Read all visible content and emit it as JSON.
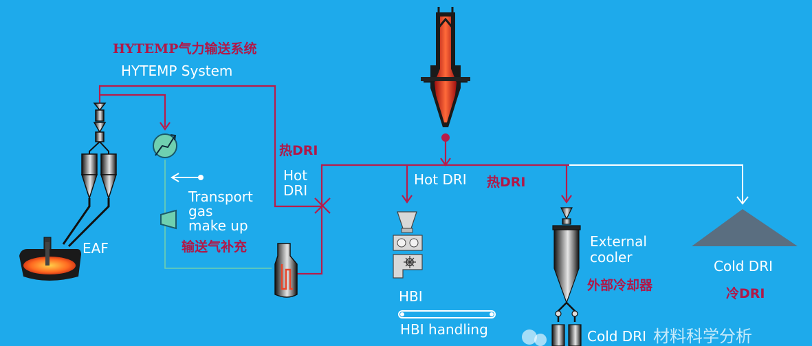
{
  "labels": {
    "hytemp_cn": "HYTEMP气力输送系统",
    "hytemp_en": "HYTEMP System",
    "hot_dri_cn_left": "热DRI",
    "hot_dri_en_left": "Hot\nDRI",
    "transport_gas": "Transport\ngas\nmake up",
    "transport_gas_cn": "输送气补充",
    "eaf": "EAF",
    "hot_dri_en_mid": "Hot DRI",
    "hot_dri_cn_mid": "热DRI",
    "hbi": "HBI",
    "hbi_handling": "HBI handling",
    "external_cooler": "External\ncooler",
    "external_cooler_cn": "外部冷却器",
    "cold_dri_right": "Cold DRI",
    "cold_dri_cn": "冷DRI",
    "cold_dri_bottom": "Cold DRI",
    "watermark": "材料科学分析"
  },
  "colors": {
    "background": "#1eaaeb",
    "hot_line": "#b81c4a",
    "cold_line": "#ffffff",
    "gas_line": "#6fd0b0",
    "vessel_dark": "#222222",
    "vessel_light": "#d8d8d8",
    "furnace_hot": "#e8452a",
    "stockpile": "#5a6e80"
  },
  "icons": [
    "heat-exchanger-icon",
    "compressor-icon",
    "valve-icon",
    "reactor-icon",
    "eaf-furnace-icon",
    "briquetting-machine-icon",
    "conveyor-icon",
    "stockpile-icon",
    "watermark-logo-icon"
  ]
}
